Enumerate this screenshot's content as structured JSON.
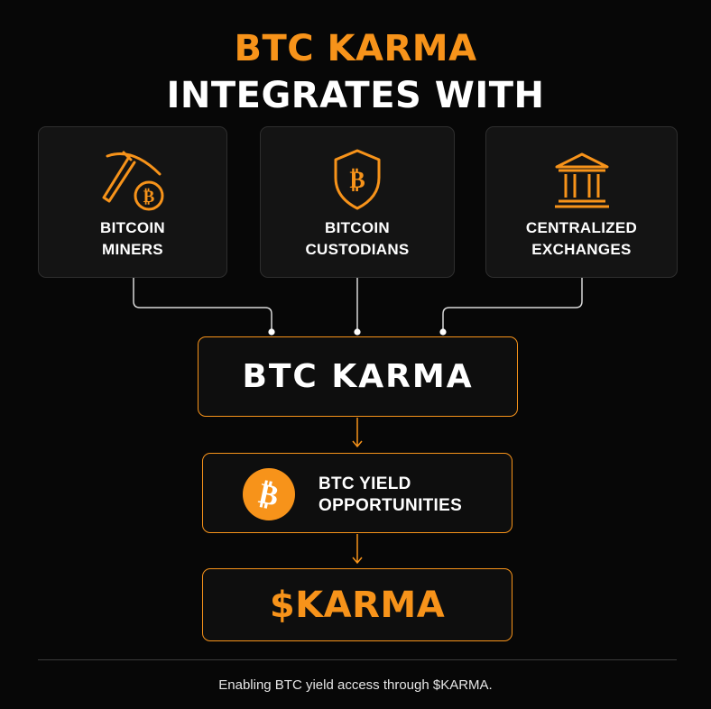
{
  "colors": {
    "accent": "#f7931a",
    "background": "#070707",
    "card": "#141414"
  },
  "header": {
    "line1": "BTC KARMA",
    "line2": "INTEGRATES WITH"
  },
  "sources": [
    {
      "label_line1": "BITCOIN",
      "label_line2": "MINERS",
      "icon": "pickaxe-bitcoin-icon"
    },
    {
      "label_line1": "BITCOIN",
      "label_line2": "CUSTODIANS",
      "icon": "shield-bitcoin-icon"
    },
    {
      "label_line1": "CENTRALIZED",
      "label_line2": "EXCHANGES",
      "icon": "bank-building-icon"
    }
  ],
  "hub": {
    "label": "BTC KARMA"
  },
  "yield": {
    "line1": "BTC YIELD",
    "line2": "OPPORTUNITIES",
    "icon": "bitcoin-coin-icon"
  },
  "token": {
    "label": "$KARMA"
  },
  "footer": {
    "text": "Enabling BTC yield access through $KARMA."
  }
}
